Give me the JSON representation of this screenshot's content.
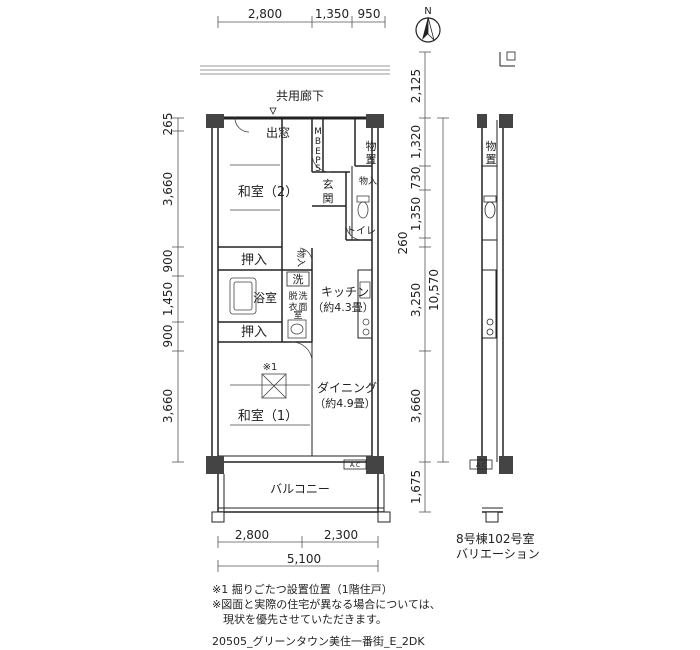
{
  "compass": {
    "label": "N"
  },
  "top_dims": {
    "a": "2,800",
    "b": "1,350",
    "c": "950"
  },
  "bottom_dims": {
    "a": "2,800",
    "b": "2,300",
    "total": "5,100"
  },
  "left_dims": [
    "265",
    "3,660",
    "900",
    "1,450",
    "900",
    "3,660"
  ],
  "right_dims_inner": [
    "2,125",
    "1,320",
    "730",
    "1,350",
    "260",
    "3,250",
    "3,660",
    "1,675"
  ],
  "right_dim_total": "10,570",
  "rooms": {
    "corridor": "共用廊下",
    "outlet": "出窓",
    "washitsu2": "和室（2）",
    "oshiire_top": "押入",
    "monoire_small": "物入",
    "bath": "浴室",
    "sen": "洗",
    "senmenjo_lines": [
      "脱",
      "洗",
      "衣",
      "面",
      "室"
    ],
    "oshiire_bottom": "押入",
    "mark1": "※1",
    "washitsu1": "和室（1）",
    "mb": [
      "M",
      "B",
      "E",
      "P",
      "S"
    ],
    "storage_top": [
      "物",
      "置"
    ],
    "entrance": [
      "玄",
      "関"
    ],
    "monoire_entrance": "物入",
    "toilet": "トイレ",
    "kitchen": "キッチン",
    "kitchen_size": "（約4.3畳）",
    "dining": "ダイニング",
    "dining_size": "（約4.9畳）",
    "balcony": "バルコニー",
    "ac": "A.C"
  },
  "variation": {
    "storage": [
      "物",
      "置"
    ],
    "ac": "A.C",
    "caption1": "8号棟102号室",
    "caption2": "バリエーション"
  },
  "notes": [
    "※1  掘りごたつ設置位置（1階住戸）",
    "※図面と実際の住宅が異なる場合については、",
    "　現状を優先させていただきます。"
  ],
  "footer": "20505_グリーンタウン美住一番街_E_2DK"
}
